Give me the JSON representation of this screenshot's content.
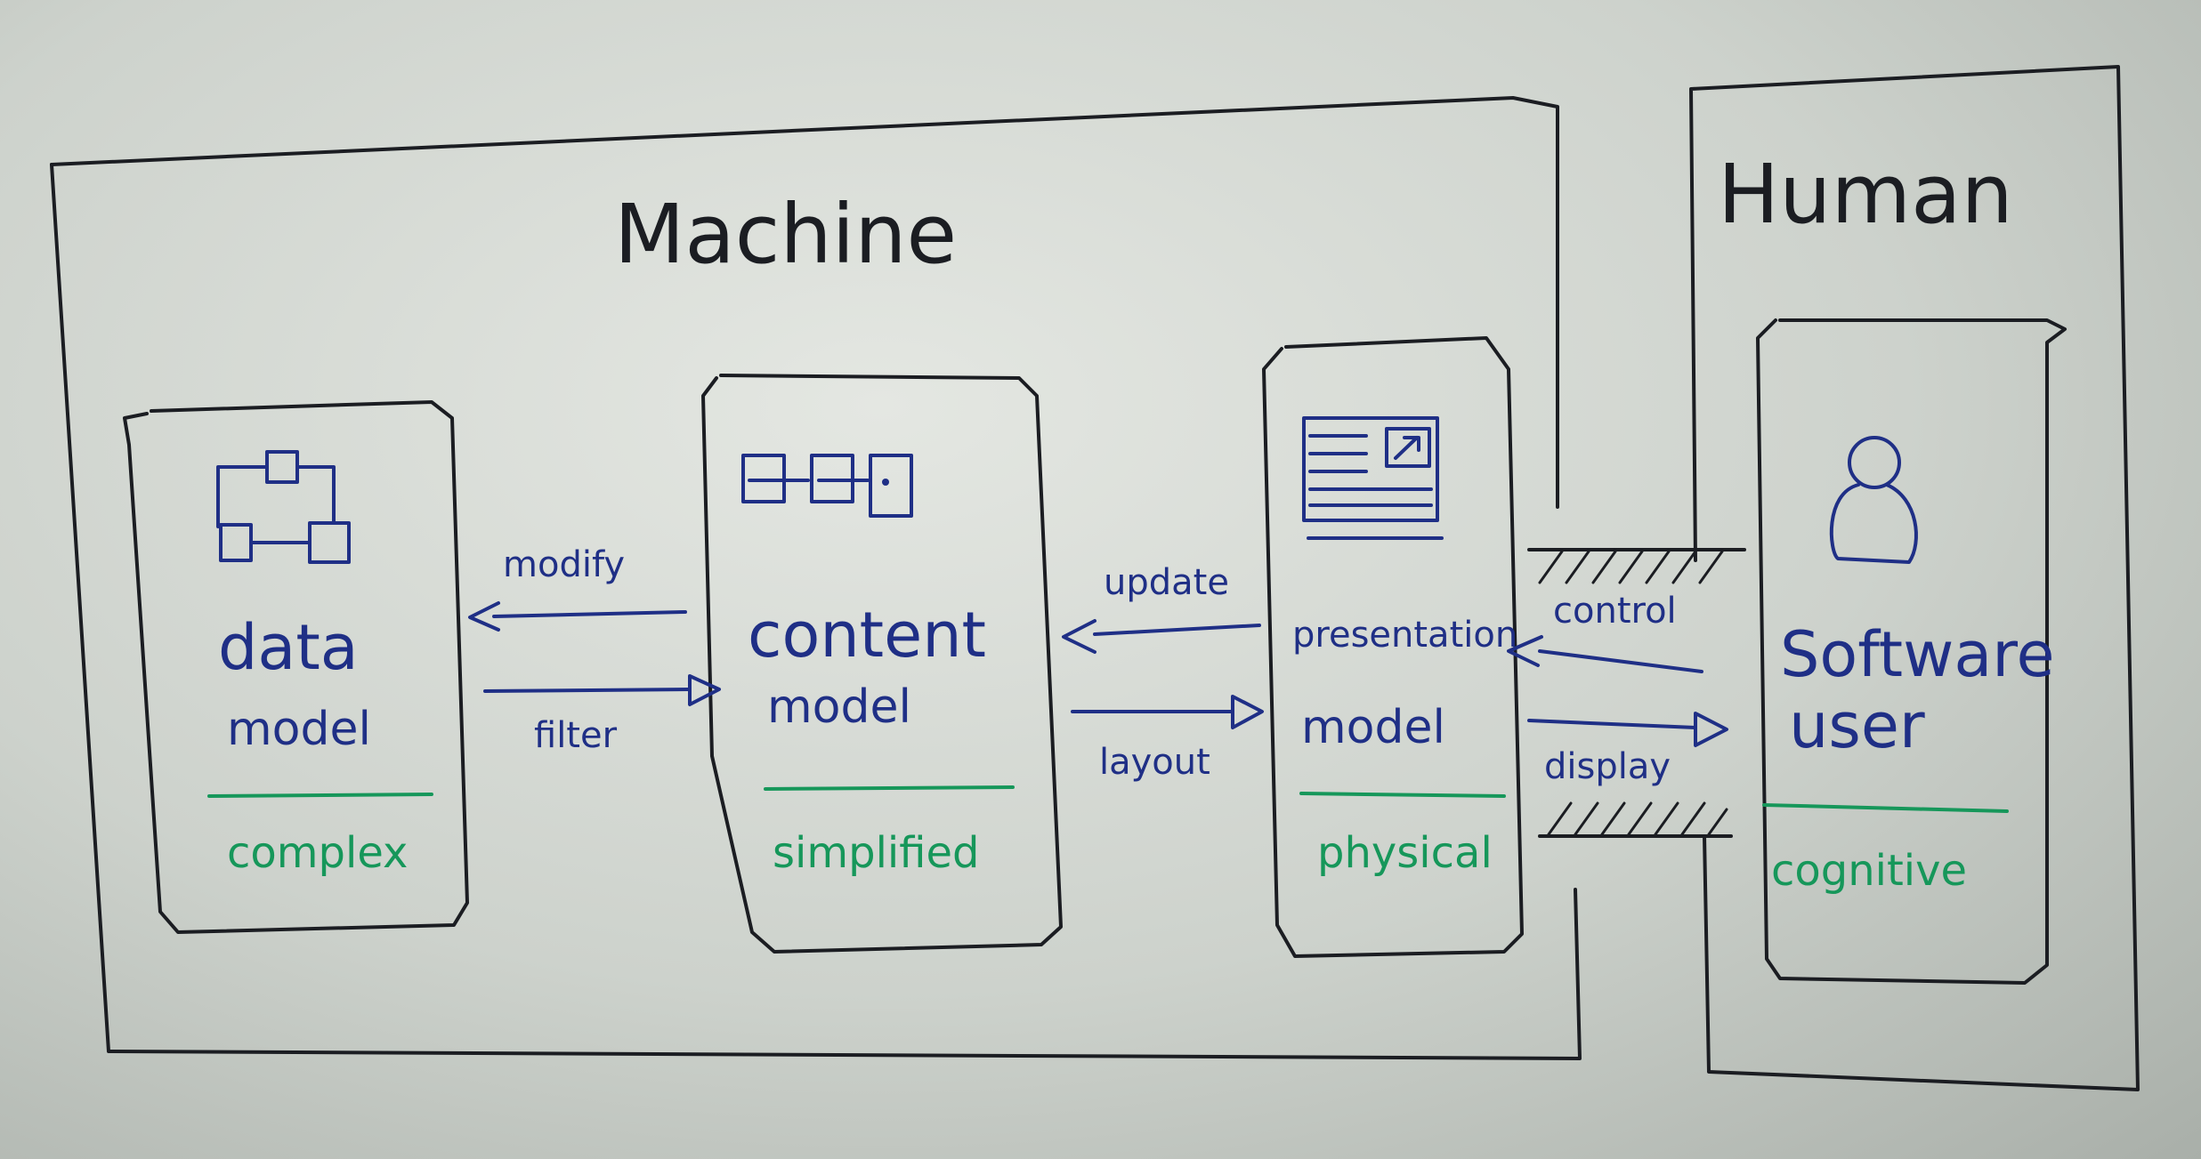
{
  "regions": {
    "machine_label": "Machine",
    "human_label": "Human"
  },
  "models": {
    "data": {
      "name": "data",
      "sub": "model",
      "level": "complex"
    },
    "content": {
      "name": "content",
      "sub": "model",
      "level": "simplified"
    },
    "presentation": {
      "name": "presentation",
      "sub": "model",
      "level": "physical"
    },
    "software_user": {
      "name": "Software",
      "sub": "user",
      "level": "cognitive"
    }
  },
  "edges": {
    "modify": "modify",
    "filter": "filter",
    "update": "update",
    "layout": "layout",
    "control": "control",
    "display": "display"
  },
  "colors": {
    "ink": "#1b1d22",
    "blue_marker": "#1f2f86",
    "green_marker": "#16975a"
  }
}
